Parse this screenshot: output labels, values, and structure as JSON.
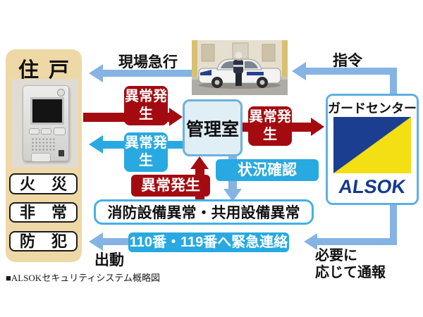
{
  "caption": "■ALSOKセキュリティシステム概略図",
  "residence": {
    "title": "住戸",
    "alarms": {
      "fire": "火災",
      "emergency": "非常",
      "crime": "防犯"
    }
  },
  "control_room": {
    "label": "管理室"
  },
  "guard_center": {
    "label": "ガードセンター",
    "brand": "ALSOK"
  },
  "flow": {
    "rush": "現場急行",
    "command": "指令",
    "abnormal_residence_to_control": "異常発生",
    "abnormal_control_to_residence": "異常発生",
    "abnormal_control_to_guard": "異常発生",
    "abnormal_facility_to_control": "異常発生",
    "status_check": "状況確認",
    "facility_alert": "消防設備異常・共用設備異常",
    "emergency_call": "110番・119番へ緊急連絡",
    "dispatch": "出動",
    "report_line1": "必要に",
    "report_line2": "応じて通報"
  },
  "colors": {
    "alert_red": "#a30b10",
    "info_cyan": "#29a9e1",
    "arrow_blue": "#85b4e4",
    "panel_tan": "#eed8a6",
    "logo_blue": "#1b3e91",
    "logo_yellow": "#f3df14"
  }
}
